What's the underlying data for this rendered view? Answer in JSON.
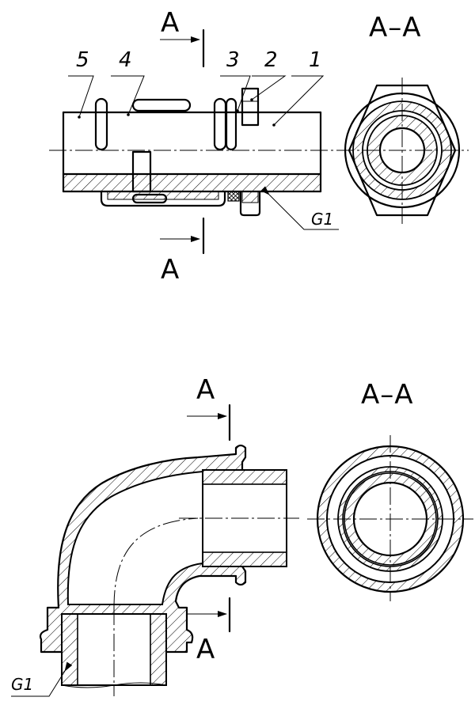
{
  "section_letter": "A",
  "section_title": "A–A",
  "callouts": [
    "5",
    "4",
    "3",
    "2",
    "1"
  ],
  "thread_label": "G1"
}
